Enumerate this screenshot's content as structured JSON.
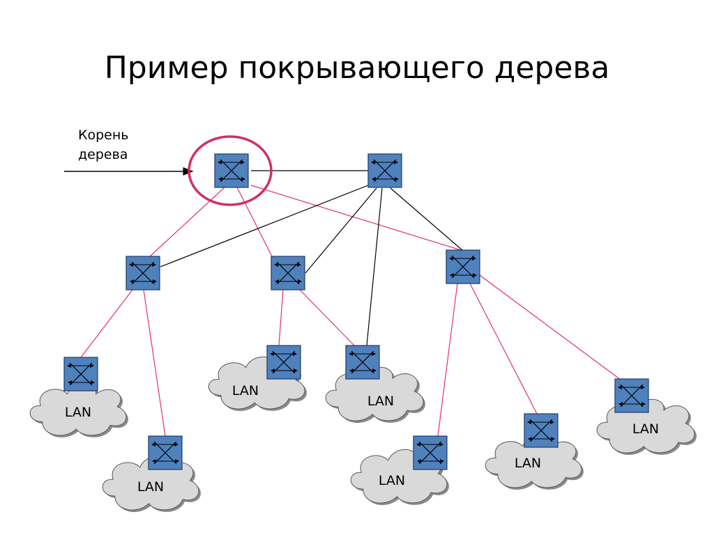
{
  "title": "Пример покрывающего дерева",
  "root_label_line1": "Корень",
  "root_label_line2": "дерева",
  "lan_label": "LAN",
  "colors": {
    "switch_fill": "#4f81bd",
    "switch_border": "#1f3b63",
    "tree_link": "#e0306e",
    "blocked_link": "#000000",
    "root_highlight": "#cf2f6b",
    "cloud_fill": "#d9d9d9",
    "cloud_stroke": "#555555"
  }
}
